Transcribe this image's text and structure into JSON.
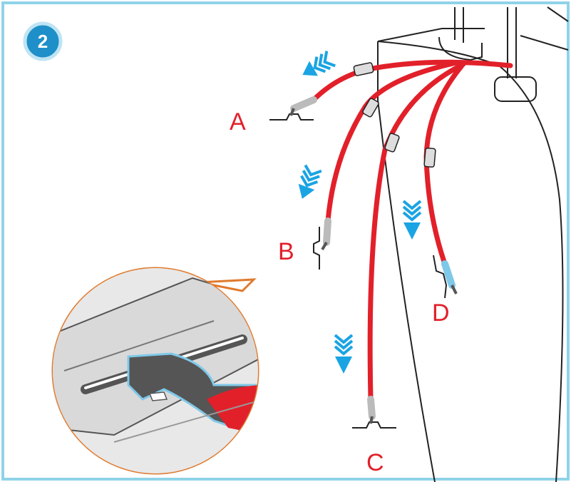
{
  "step": {
    "number": "2"
  },
  "labels": {
    "a": "A",
    "b": "B",
    "c": "C",
    "d": "D"
  },
  "colors": {
    "frame": "#8fd3e8",
    "badge": "#1e8fc8",
    "strap": "#e2202a",
    "label": "#e2202a",
    "arrow": "#1aa4e4",
    "callout_border": "#e07a2e",
    "line": "#222222",
    "hook_blue": "#7fc8e8"
  },
  "icons": {
    "arrows": "chevron-arrow-icon",
    "badge": "step-badge-icon"
  }
}
